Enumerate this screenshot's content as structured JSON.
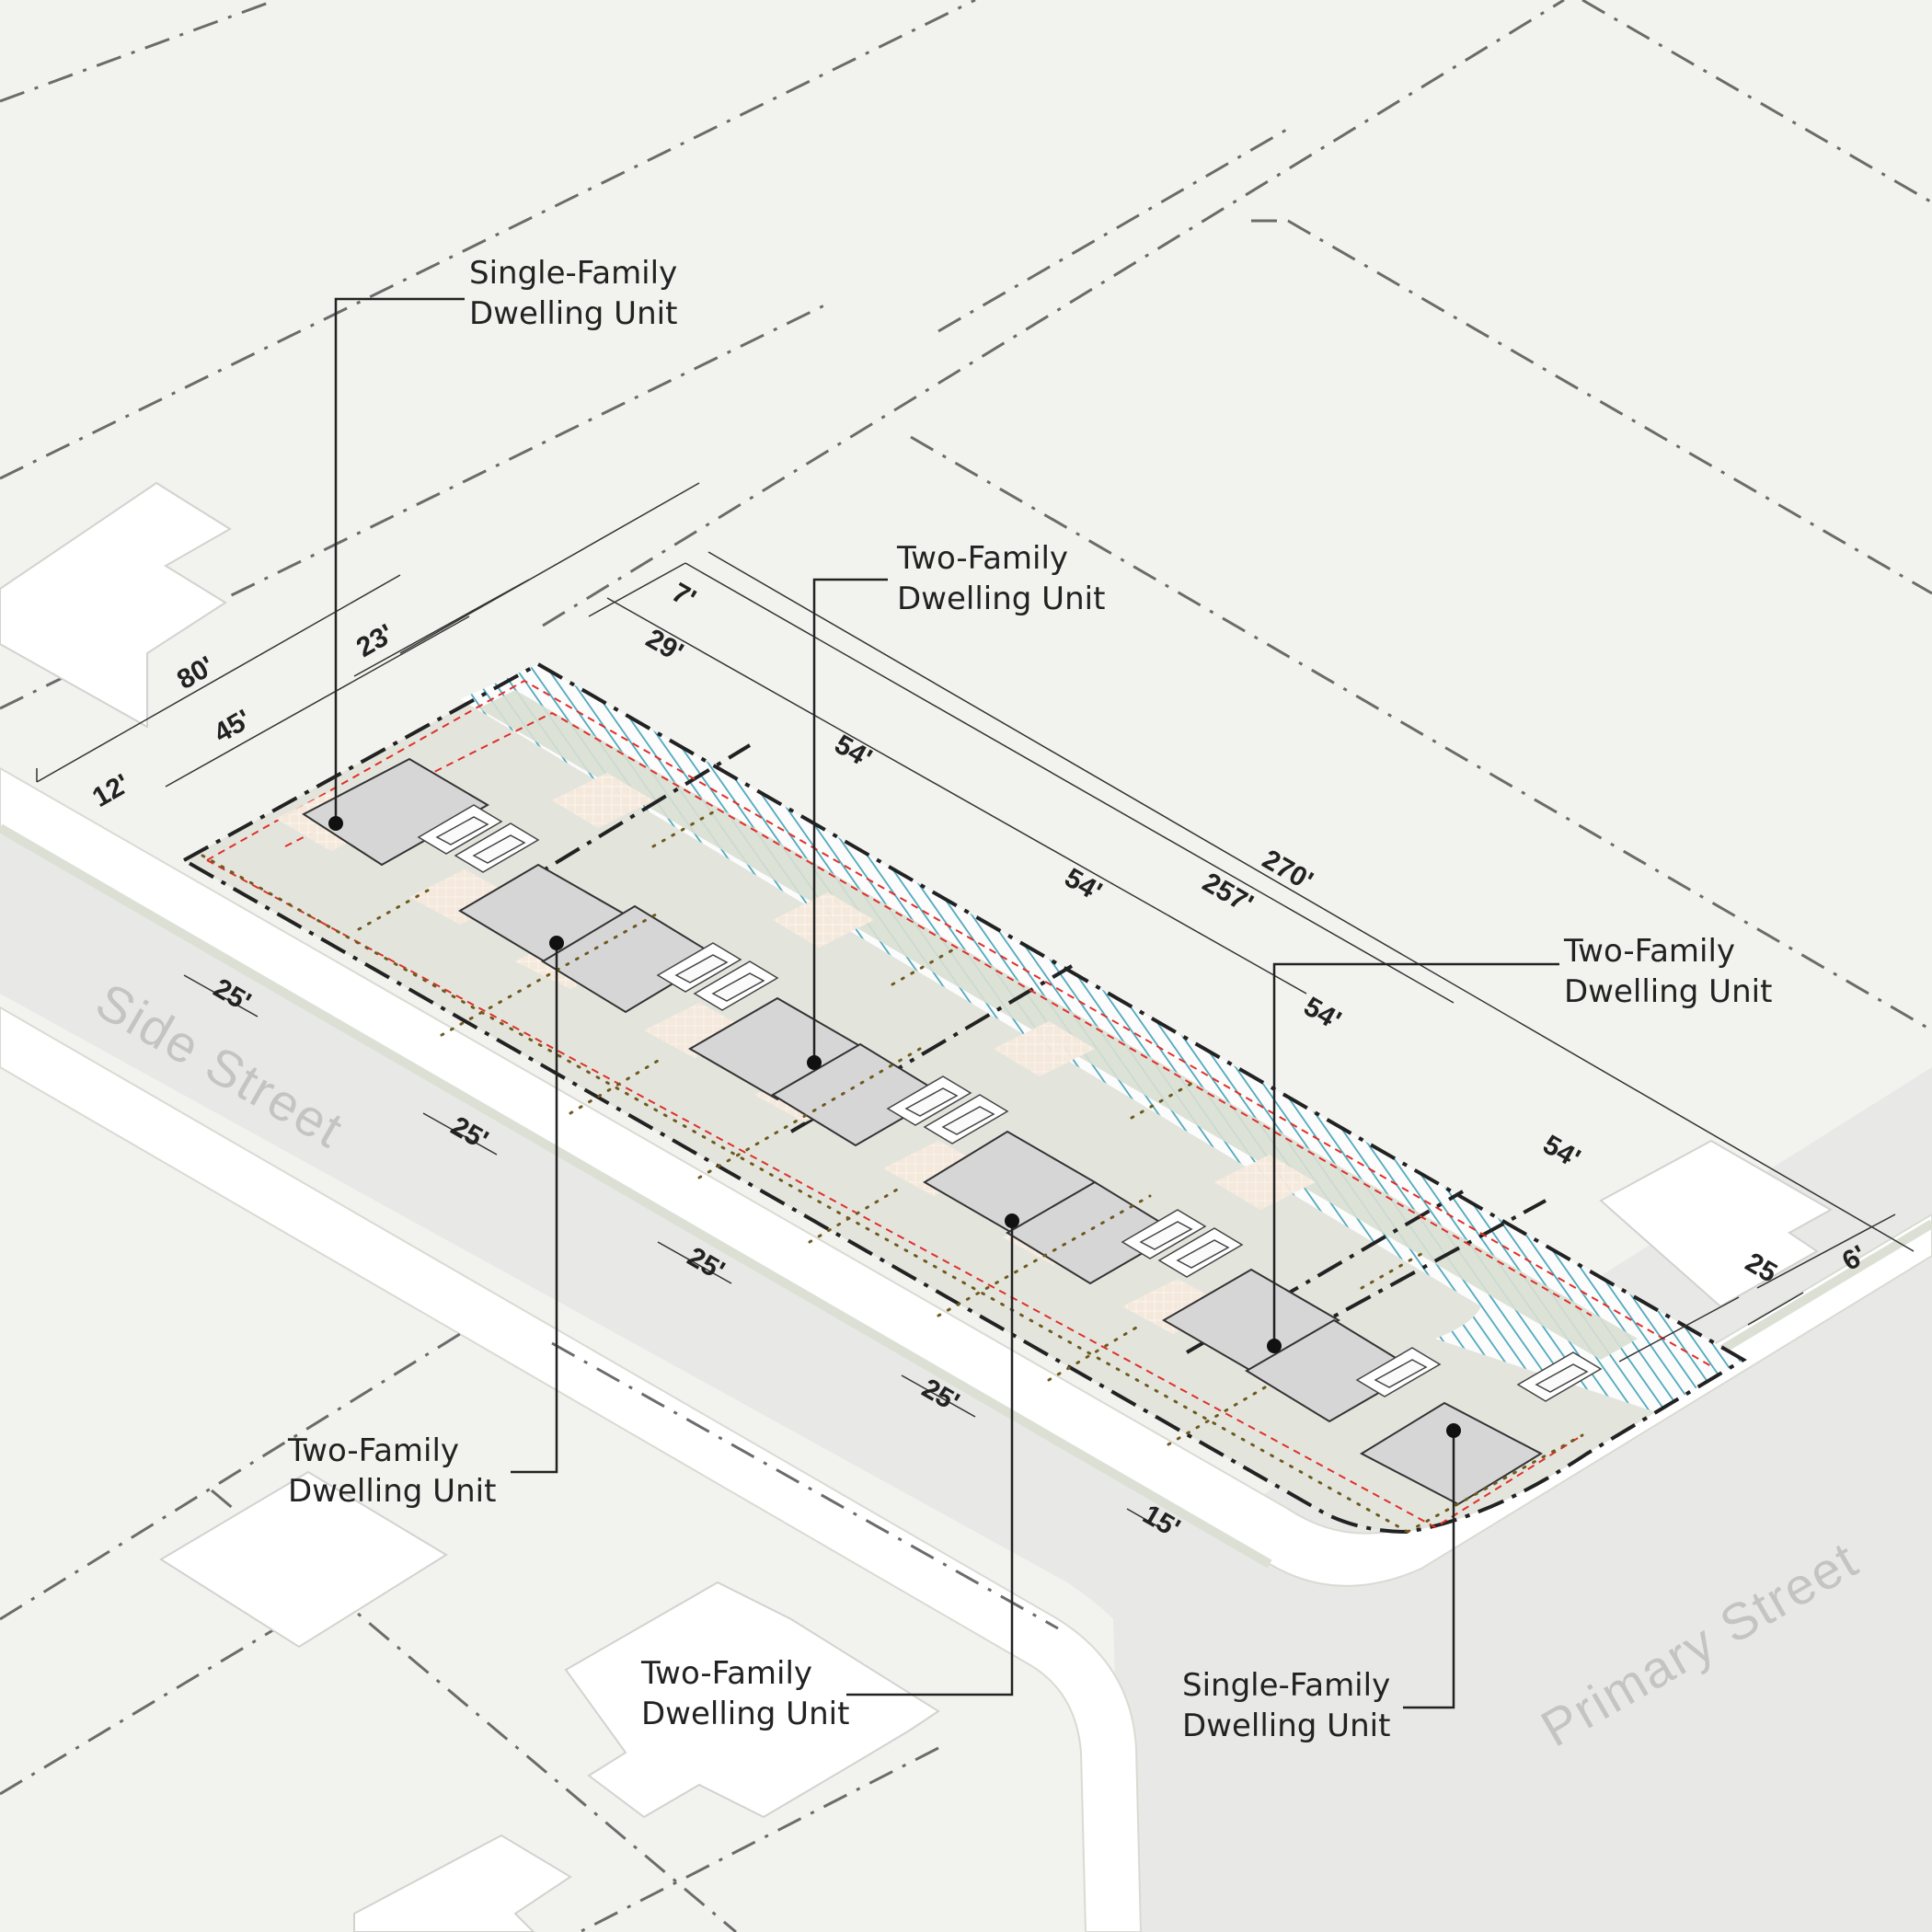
{
  "callouts": [
    {
      "line1": "Single-Family",
      "line2": "Dwelling Unit"
    },
    {
      "line1": "Two-Family",
      "line2": "Dwelling Unit"
    },
    {
      "line1": "Two-Family",
      "line2": "Dwelling Unit"
    },
    {
      "line1": "Two-Family",
      "line2": "Dwelling Unit"
    },
    {
      "line1": "Two-Family",
      "line2": "Dwelling Unit"
    },
    {
      "line1": "Single-Family",
      "line2": "Dwelling Unit"
    }
  ],
  "streets": {
    "side": "Side Street",
    "primary": "Primary Street"
  },
  "dimensions": {
    "depth_total": "80'",
    "depth_building": "45'",
    "depth_front": "12'",
    "depth_rear": "23'",
    "frontage_unit_1": "25'",
    "frontage_unit_2": "25'",
    "frontage_unit_3": "25'",
    "frontage_unit_4": "25'",
    "corner_setback": "15'",
    "length_total": "270'",
    "length_inner": "257'",
    "side_offset": "7'",
    "rear_offset": "29'",
    "segment_1": "54'",
    "segment_2": "54'",
    "segment_3": "54'",
    "segment_4": "54'",
    "end_segment": "25",
    "end_offset": "6'"
  },
  "colors": {
    "background": "#f2f2ef",
    "street": "#e8e8e6",
    "sidewalk": "#ffffff",
    "lot": "#e3e5dd",
    "building": "#d6d6d6",
    "hatch": "#3aa0b8",
    "red_setback": "#e0302a",
    "path": "#6e5a1e",
    "patio": "#f6e9dc"
  }
}
